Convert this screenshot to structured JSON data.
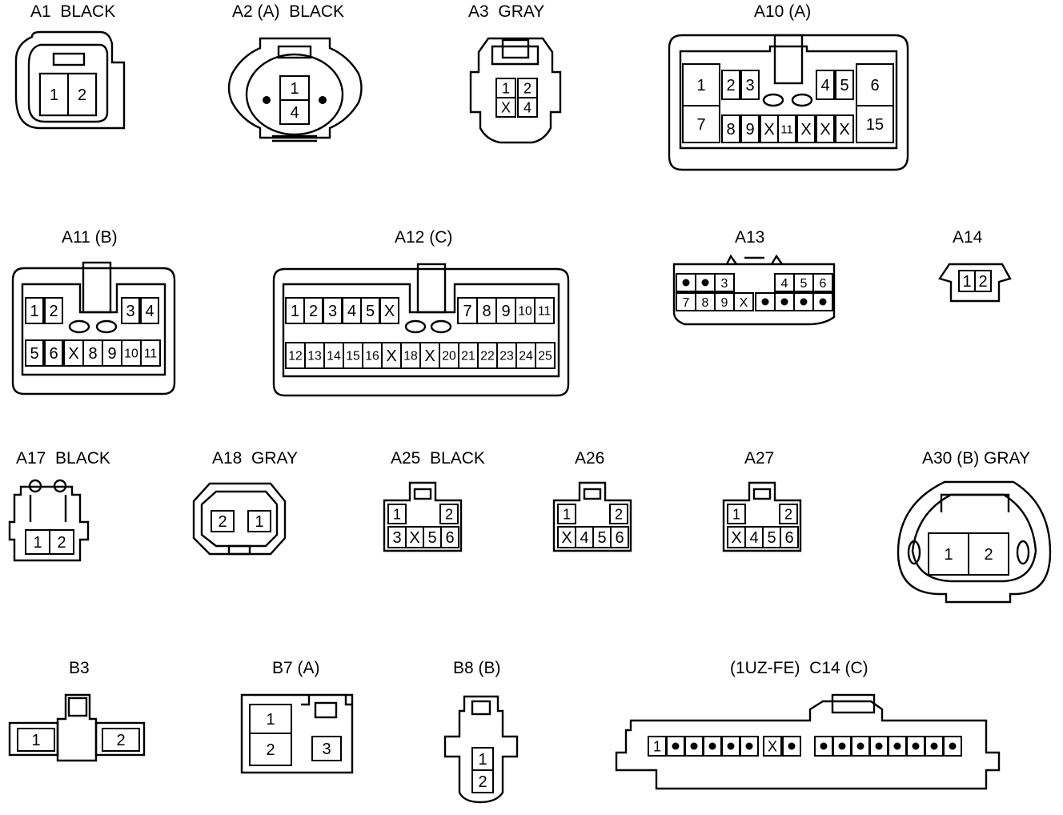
{
  "connectors": [
    {
      "label": "A1  BLACK",
      "pins": [
        "1",
        "2"
      ]
    },
    {
      "label": "A2 (A)  BLACK",
      "pins": [
        "1",
        "4"
      ]
    },
    {
      "label": "A3  GRAY",
      "pins": [
        "1",
        "2",
        "X",
        "4"
      ]
    },
    {
      "label": "A10 (A)",
      "pins": [
        "1",
        "2",
        "3",
        "4",
        "5",
        "6",
        "7",
        "8",
        "9",
        "X",
        "11",
        "X",
        "X",
        "X",
        "15"
      ]
    },
    {
      "label": "A11 (B)",
      "pins": [
        "1",
        "2",
        "3",
        "4",
        "5",
        "6",
        "X",
        "8",
        "9",
        "10",
        "11"
      ]
    },
    {
      "label": "A12 (C)",
      "pins": [
        "1",
        "2",
        "3",
        "4",
        "5",
        "X",
        "7",
        "8",
        "9",
        "10",
        "11",
        "12",
        "13",
        "14",
        "15",
        "16",
        "X",
        "18",
        "X",
        "20",
        "21",
        "22",
        "23",
        "24",
        "25"
      ]
    },
    {
      "label": "A13",
      "pins": [
        "•",
        "•",
        "3",
        "4",
        "5",
        "6",
        "7",
        "8",
        "9",
        "X",
        "•",
        "•",
        "•",
        "•"
      ]
    },
    {
      "label": "A14",
      "pins": [
        "1",
        "2"
      ]
    },
    {
      "label": "A17  BLACK",
      "pins": [
        "1",
        "2"
      ]
    },
    {
      "label": "A18  GRAY",
      "pins": [
        "2",
        "1"
      ]
    },
    {
      "label": "A25  BLACK",
      "pins": [
        "1",
        "2",
        "3",
        "X",
        "5",
        "6"
      ]
    },
    {
      "label": "A26",
      "pins": [
        "1",
        "2",
        "X",
        "4",
        "5",
        "6"
      ]
    },
    {
      "label": "A27",
      "pins": [
        "1",
        "2",
        "X",
        "4",
        "5",
        "6"
      ]
    },
    {
      "label": "A30 (B) GRAY",
      "pins": [
        "1",
        "2"
      ]
    },
    {
      "label": "B3",
      "pins": [
        "1",
        "2"
      ]
    },
    {
      "label": "B7 (A)",
      "pins": [
        "1",
        "2",
        "3"
      ]
    },
    {
      "label": "B8 (B)",
      "pins": [
        "1",
        "2"
      ]
    },
    {
      "label": "(1UZ-FE)  C14 (C)",
      "pins": [
        "1",
        "•",
        "•",
        "•",
        "•",
        "•",
        "X",
        "•",
        "•",
        "•",
        "•",
        "•",
        "•",
        "•",
        "•",
        "•"
      ]
    }
  ]
}
